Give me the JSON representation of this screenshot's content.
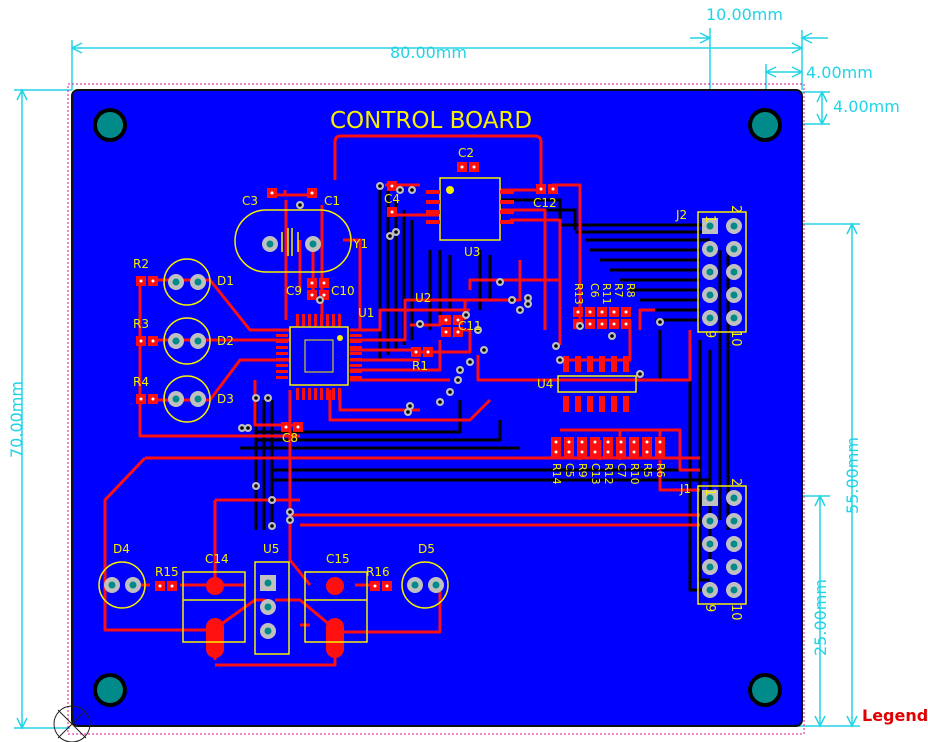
{
  "board": {
    "title": "CONTROL BOARD",
    "legend_label": "Legend"
  },
  "dimensions": {
    "width": "80.00mm",
    "height": "70.00mm",
    "hole_offset_x": "10.00mm",
    "hole_offset_x2": "4.00mm",
    "hole_offset_y": "4.00mm",
    "j2_pos": "55.00mm",
    "j1_pos": "25.00mm"
  },
  "components": {
    "c1": "C1",
    "c2": "C2",
    "c3": "C3",
    "c4": "C4",
    "c5": "C5",
    "c6": "C6",
    "c7": "C7",
    "c8": "C8",
    "c9": "C9",
    "c10": "C10",
    "c11": "C11",
    "c12": "C12",
    "c13": "C13",
    "c14": "C14",
    "c15": "C15",
    "r1": "R1",
    "r2": "R2",
    "r3": "R3",
    "r4": "R4",
    "r5": "R5",
    "r6": "R6",
    "r7": "R7",
    "r8": "R8",
    "r9": "R9",
    "r10": "R10",
    "r11": "R11",
    "r12": "R12",
    "r13": "R13",
    "r14": "R14",
    "r15": "R15",
    "r16": "R16",
    "d1": "D1",
    "d2": "D2",
    "d3": "D3",
    "d4": "D4",
    "d5": "D5",
    "u1": "U1",
    "u2": "U2",
    "u3": "U3",
    "u4": "U4",
    "u5": "U5",
    "y1": "Y1",
    "j1": "J1",
    "j2": "J2"
  },
  "header_pins": {
    "pin1": "1",
    "pin2": "2",
    "pin9": "9",
    "pin10": "10"
  },
  "colors": {
    "board": "#0000ff",
    "copper_top": "#ff0000",
    "copper_bottom": "#000000",
    "silkscreen": "#f6f000",
    "dimension": "#22d3e6",
    "hole": "#008a8a",
    "outline": "#e2109a"
  }
}
